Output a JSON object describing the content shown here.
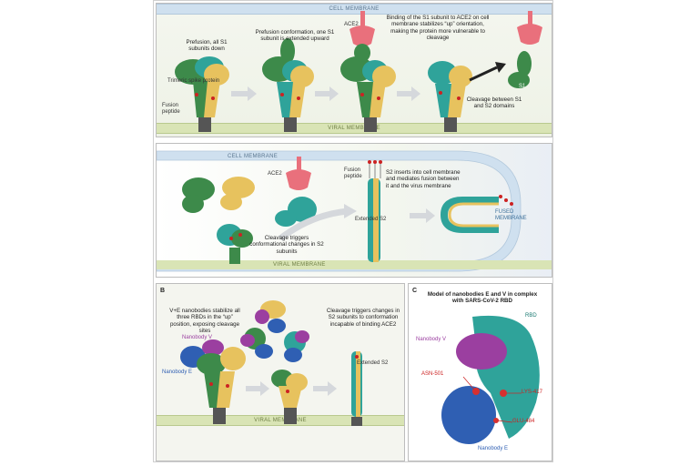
{
  "panelA": {
    "cell_membrane": "CELL MEMBRANE",
    "viral_membrane": "VIRAL MEMBRANE",
    "step1": "Prefusion, all S1 subunits down",
    "step2": "Prefusion conformation, one S1 subunit is extended upward",
    "ace2": "ACE2",
    "step3": "Binding of the S1 subunit to ACE2 on cell membrane stabilizes “up” orientation, making the protein more vulnerable to cleavage",
    "trimeric": "Trimeric spike protein",
    "fusion_peptide": "Fusion peptide",
    "cleavage": "Cleavage between S1 and S2 domains",
    "s1": "S1"
  },
  "panelA2": {
    "cell_membrane": "CELL MEMBRANE",
    "viral_membrane": "VIRAL MEMBRANE",
    "ace2": "ACE2",
    "fusion_peptide": "Fusion peptide",
    "s2_inserts": "S2 inserts into cell membrane and mediates fusion between it and the virus membrane",
    "extended_s2": "Extended S2",
    "fused": "FUSED MEMBRANE",
    "cleavage_triggers": "Cleavage triggers conformational changes in S2 subunits"
  },
  "panelB": {
    "letter": "B",
    "viral_membrane": "VIRAL MEMBRANE",
    "stabilize": "V+E nanobodies stabilize all three RBDs in the “up” position, exposing cleavage sites",
    "nanobody_v": "Nanobody V",
    "nanobody_e": "Nanobody E",
    "cleavage_changes": "Cleavage triggers changes in S2 subunits to conformation incapable of binding ACE2",
    "extended_s2": "Extended S2"
  },
  "panelC": {
    "letter": "C",
    "title": "Model of nanobodies E and V in complex with SARS-CoV-2 RBD",
    "rbd": "RBD",
    "nanobody_v": "Nanobody V",
    "asn": "ASN-501",
    "lys": "LYS-417",
    "glu": "GLU-484",
    "nanobody_e": "Nanobody E"
  },
  "colors": {
    "s1_green": "#3d8a4a",
    "s2_teal": "#2fa39a",
    "yellow": "#e7c25e",
    "ace2_pink": "#e9707c",
    "nanobody_v": "#9b3fa0",
    "nanobody_e": "#2f5fb3"
  }
}
